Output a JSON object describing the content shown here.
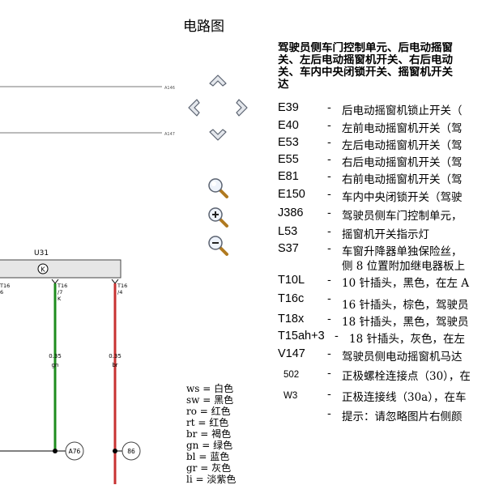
{
  "page": {
    "title": "电路图"
  },
  "nav": {
    "up": "chevron-up-icon",
    "left": "chevron-left-icon",
    "right": "chevron-right-icon",
    "down": "chevron-down-icon"
  },
  "zoom": {
    "fit": "zoom-fit-icon",
    "in": "zoom-in-icon",
    "out": "zoom-out-icon"
  },
  "diagram": {
    "wire_labels": [
      "A146",
      "A147"
    ],
    "unit_label": "U31",
    "pins": [
      {
        "conn": "T16",
        "num": "6",
        "color": ""
      },
      {
        "conn": "T16",
        "num": "/7",
        "color": "K"
      },
      {
        "conn": "T16",
        "num": "/4",
        "color": ""
      }
    ],
    "wires": [
      {
        "size": "0.35",
        "color_code": "gn",
        "hex": "#1e8c1e"
      },
      {
        "size": "0.35",
        "color_code": "br",
        "hex": "#c83232"
      }
    ],
    "nodes": [
      "A76",
      "86"
    ]
  },
  "legend": [
    {
      "code": "ws",
      "name": "白色"
    },
    {
      "code": "sw",
      "name": "黑色"
    },
    {
      "code": "ro",
      "name": "红色"
    },
    {
      "code": "rt",
      "name": "红色"
    },
    {
      "code": "br",
      "name": "褐色"
    },
    {
      "code": "gn",
      "name": "绿色"
    },
    {
      "code": "bl",
      "name": "蓝色"
    },
    {
      "code": "gr",
      "name": "灰色"
    },
    {
      "code": "li",
      "name": "淡紫色"
    }
  ],
  "heading": {
    "lines": [
      "驾驶员侧车门控制单元、后电动摇窗",
      "关、左后电动摇窗机开关、右后电动",
      "关、车内中央闭锁开关、摇窗机开关",
      "达"
    ]
  },
  "parts": [
    {
      "code": "E39",
      "desc": "后电动摇窗机锁止开关（"
    },
    {
      "code": "E40",
      "desc": "左前电动摇窗机开关（驾"
    },
    {
      "code": "E53",
      "desc": "左后电动摇窗机开关（驾"
    },
    {
      "code": "E55",
      "desc": "右后电动摇窗机开关（驾"
    },
    {
      "code": "E81",
      "desc": "右前电动摇窗机开关（驾"
    },
    {
      "code": "E150",
      "desc": "车内中央闭锁开关（驾驶"
    },
    {
      "code": "J386",
      "desc": "驾驶员侧车门控制单元，"
    },
    {
      "code": "L53",
      "desc": "摇窗机开关指示灯"
    },
    {
      "code": "S37",
      "desc": "车窗升降器单独保险丝，",
      "desc2": "侧 8 位置附加继电器板上"
    },
    {
      "code": "T10L",
      "desc": "10 针插头，黑色，在左 A"
    },
    {
      "code": "T16c",
      "desc": "16 针插头，棕色，驾驶员"
    },
    {
      "code": "T18x",
      "desc": "18 针插头，黑色，驾驶员"
    },
    {
      "code": "T15ah+3",
      "desc": "18 针插头，灰色，在左"
    },
    {
      "code": "V147",
      "desc": "驾驶员侧电动摇窗机马达"
    },
    {
      "code": "502",
      "desc": "正极螺栓连接点（30），在"
    },
    {
      "code": "W3",
      "desc": "正极连接线（30a），在车"
    },
    {
      "code": "",
      "desc": "提示：请忽略图片右侧颜"
    }
  ]
}
